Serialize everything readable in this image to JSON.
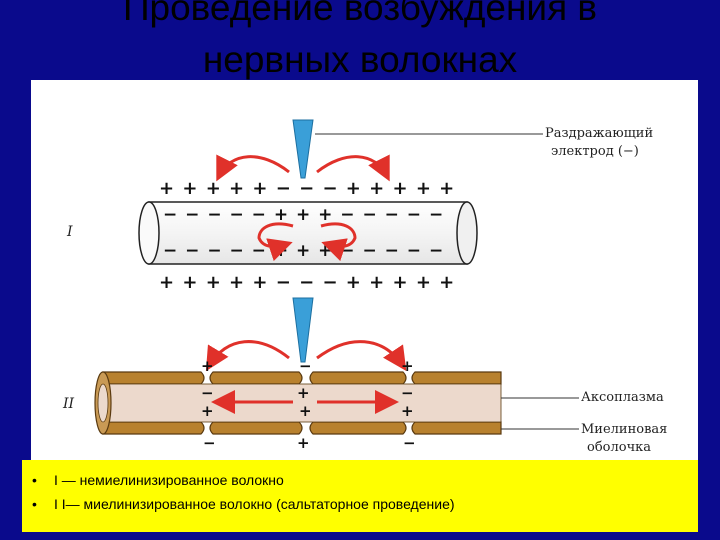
{
  "title": {
    "line1": "Проведение возбуждения в",
    "line2": "нервных волокнах"
  },
  "figure": {
    "section_labels": [
      "I",
      "II"
    ],
    "labels": {
      "electrode_line1": "Раздражающий",
      "electrode_line2": "электрод (−)",
      "axoplasm": "Аксоплазма",
      "myelin_line1": "Миелиновая",
      "myelin_line2": "оболочка"
    },
    "top_outer_charges": "+ + + + + − − − + + + + +",
    "top_inner_charges": "− − − − − + + + − − − − −",
    "bottom_outer_charges": "+ + + + + − − − + + + + +",
    "bottom_inner_charges": "− − − − − + + + − − − − −",
    "colors": {
      "arrow": "#e0312a",
      "electrode": "#3a9fd8",
      "myelin": "#b8812e",
      "axoplasm": "#ecd9cc",
      "fiber_outline": "#222222"
    }
  },
  "caption": {
    "bullet": "•",
    "items": [
      "I — немиелинизированное волокно",
      "I I— миелинизированное  волокно (сальтаторное проведение)"
    ]
  }
}
